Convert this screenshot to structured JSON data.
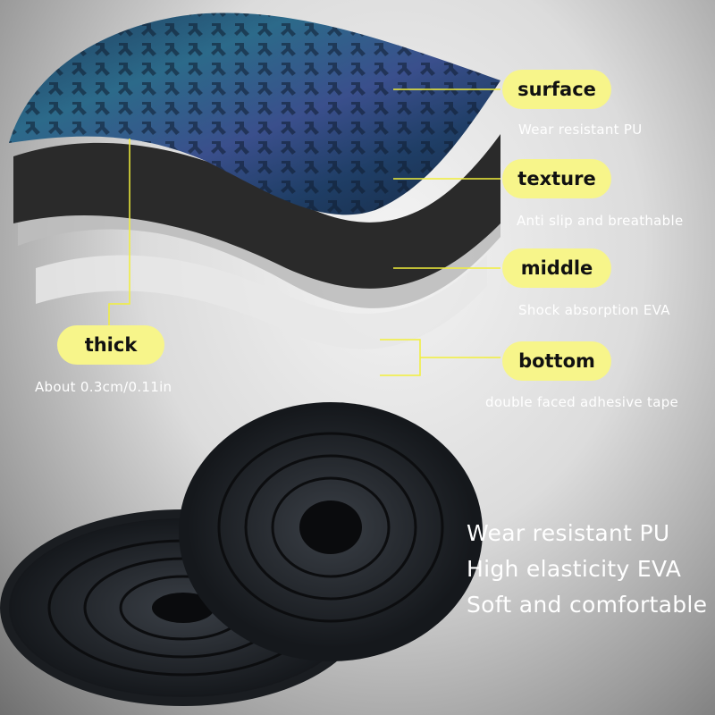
{
  "layers": [
    {
      "label": "surface",
      "description": "Wear resistant PU"
    },
    {
      "label": "texture",
      "description": "Anti slip and breathable"
    },
    {
      "label": "middle",
      "description": "Shock absorption EVA"
    },
    {
      "label": "bottom",
      "description": "double faced adhesive tape"
    }
  ],
  "thickness": {
    "label": "thick",
    "description": "About 0.3cm/0.11in"
  },
  "features": [
    "Wear resistant PU",
    "High elasticity EVA",
    "Soft and comfortable"
  ],
  "colors": {
    "accent": "#f7f58a",
    "leader_line": "#f2ef3a",
    "text": "#ffffff"
  }
}
